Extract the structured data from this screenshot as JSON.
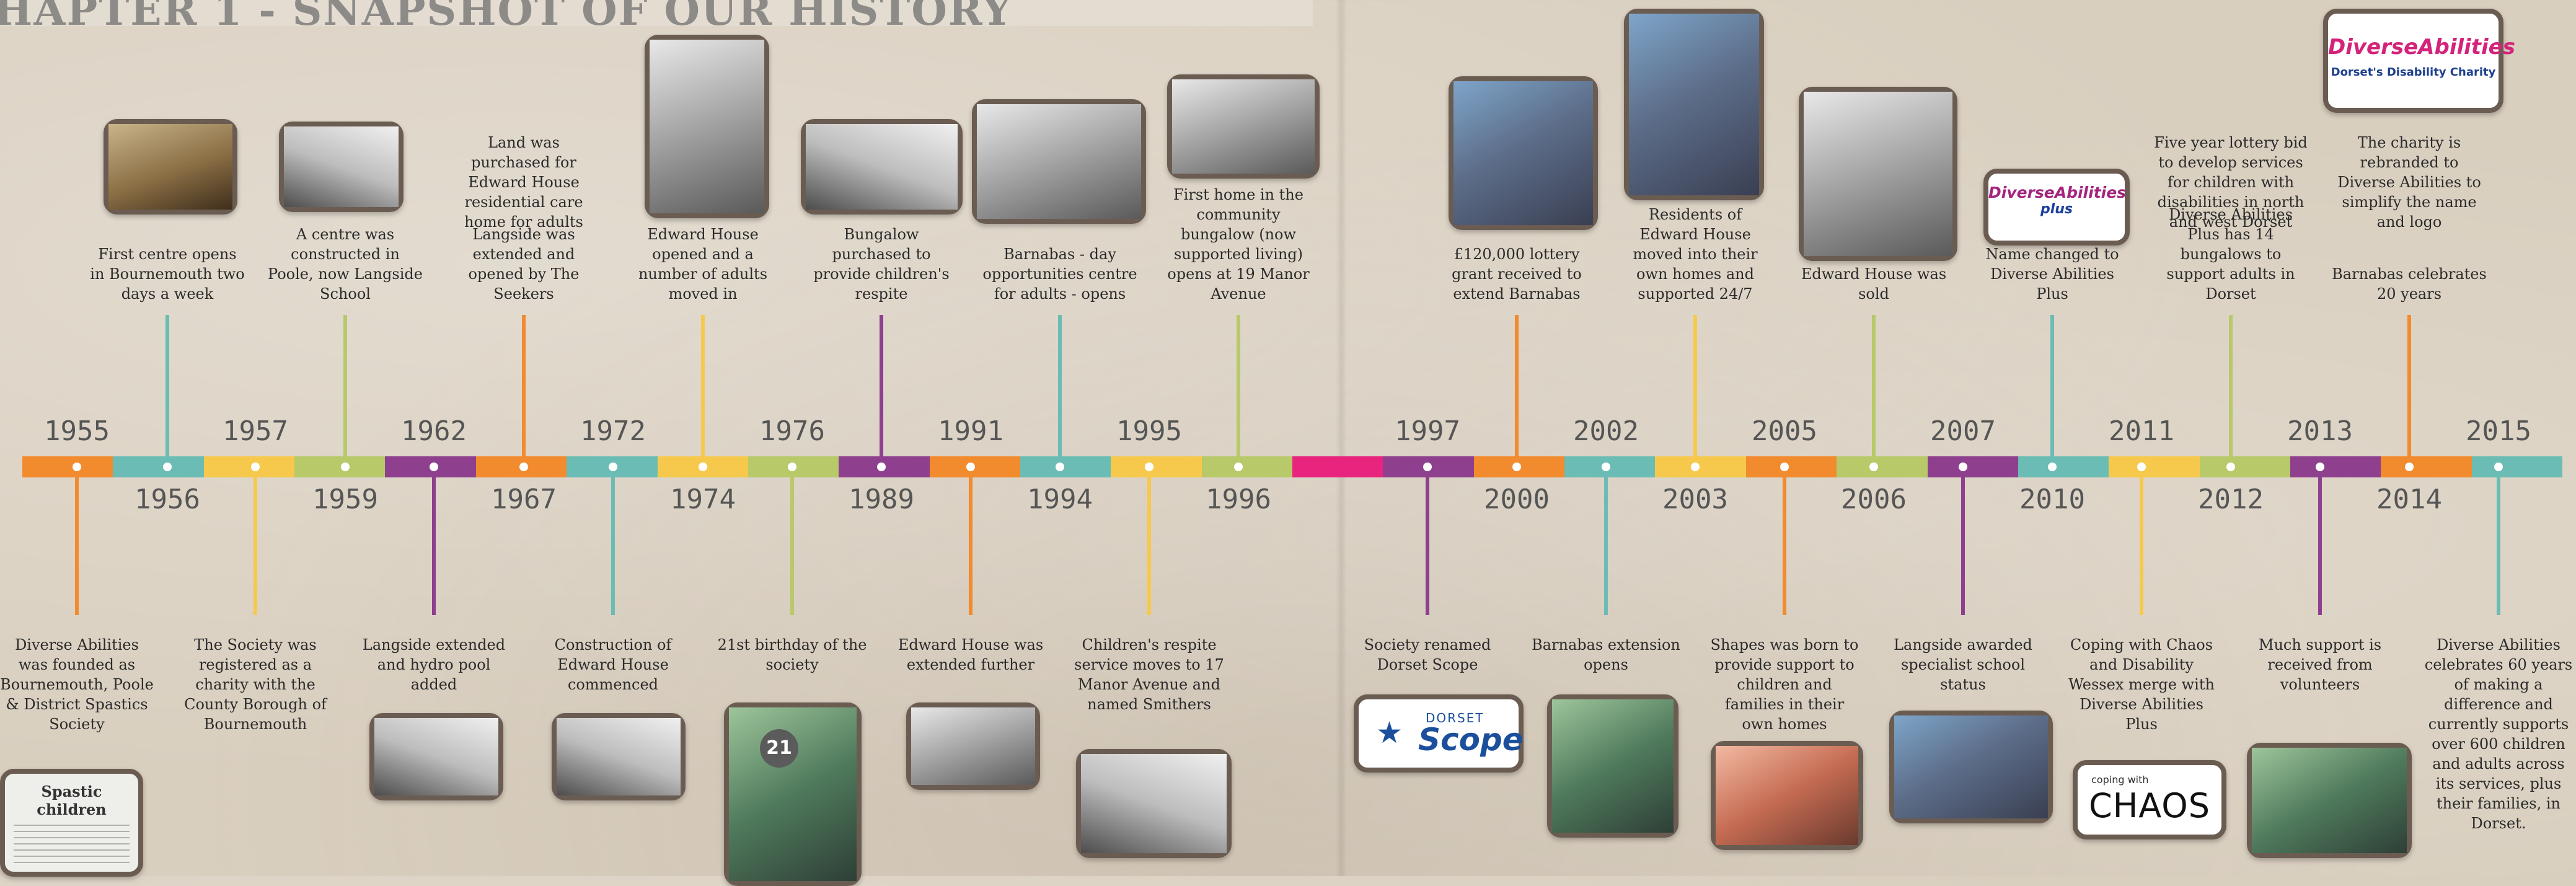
{
  "header": {
    "title": "HAPTER 1 - SNAPSHOT OF OUR HISTORY"
  },
  "timeline": {
    "segment_colors": [
      "#f28a2e",
      "#6bbcb4",
      "#f6c94d",
      "#b8c96a",
      "#8e3f8e",
      "#f28a2e",
      "#6bbcb4",
      "#f6c94d",
      "#b8c96a",
      "#8e3f8e",
      "#f28a2e",
      "#6bbcb4",
      "#f6c94d",
      "#b8c96a",
      "#e8247f",
      "#8e3f8e",
      "#f28a2e",
      "#6bbcb4",
      "#f6c94d",
      "#f28a2e",
      "#b8c96a",
      "#8e3f8e",
      "#6bbcb4",
      "#f6c94d",
      "#b8c96a",
      "#8e3f8e",
      "#f28a2e",
      "#6bbcb4"
    ],
    "events": [
      {
        "year": "1955",
        "text": "Diverse Abilities was founded as Bournemouth, Poole & District Spastics Society",
        "side": "below",
        "color": "#f28a2e"
      },
      {
        "year": "1956",
        "text": "First centre opens in Bournemouth two days a week",
        "side": "above",
        "color": "#6bbcb4"
      },
      {
        "year": "1957",
        "text": "The Society was registered as a charity with the County Borough of Bournemouth",
        "side": "below",
        "color": "#f6c94d"
      },
      {
        "year": "1959",
        "text": "A centre was constructed in Poole, now Langside School",
        "side": "above",
        "color": "#b8c96a"
      },
      {
        "year": "1962",
        "text": "Langside extended and hydro pool added",
        "side": "below",
        "color": "#8e3f8e"
      },
      {
        "year": "1967",
        "text": "Langside was extended and opened by The Seekers",
        "side": "above",
        "color": "#f28a2e"
      },
      {
        "year": "1967",
        "text": "Land was purchased for Edward House residential care home for adults",
        "side": "above_extra",
        "color": "#f28a2e"
      },
      {
        "year": "1972",
        "text": "Construction of Edward House commenced",
        "side": "below",
        "color": "#6bbcb4"
      },
      {
        "year": "1974",
        "text": "Edward House opened and a number of adults moved in",
        "side": "above",
        "color": "#f6c94d"
      },
      {
        "year": "1976",
        "text": "21st birthday of the society",
        "side": "below",
        "color": "#b8c96a"
      },
      {
        "year": "1989",
        "text": "Bungalow purchased to provide children's respite",
        "side": "above",
        "color": "#8e3f8e"
      },
      {
        "year": "1991",
        "text": "Edward House was extended further",
        "side": "below",
        "color": "#f28a2e"
      },
      {
        "year": "1994",
        "text": "Barnabas - day opportunities centre for adults - opens",
        "side": "above",
        "color": "#6bbcb4"
      },
      {
        "year": "1995",
        "text": "Children's respite service moves to 17 Manor Avenue and named Smithers",
        "side": "below",
        "color": "#f6c94d"
      },
      {
        "year": "1996",
        "text": "First home in the community bungalow (now supported living) opens at 19 Manor Avenue",
        "side": "above",
        "color": "#b8c96a"
      },
      {
        "year": "1997",
        "text": "Society renamed Dorset Scope",
        "side": "below",
        "color": "#8e3f8e"
      },
      {
        "year": "2000",
        "text": "£120,000 lottery grant received to extend Barnabas",
        "side": "above",
        "color": "#f28a2e"
      },
      {
        "year": "2002",
        "text": "Barnabas extension opens",
        "side": "below",
        "color": "#6bbcb4"
      },
      {
        "year": "2003",
        "text": "Residents of Edward House moved into their own homes and supported 24/7",
        "side": "above",
        "color": "#f6c94d"
      },
      {
        "year": "2005",
        "text": "Shapes was born to provide support to children and families in their own homes",
        "side": "below",
        "color": "#f28a2e"
      },
      {
        "year": "2006",
        "text": "Edward House was sold",
        "side": "above",
        "color": "#b8c96a"
      },
      {
        "year": "2007",
        "text": "Langside awarded specialist school status",
        "side": "below",
        "color": "#8e3f8e"
      },
      {
        "year": "2010",
        "text": "Name changed to Diverse Abilities Plus",
        "side": "above",
        "color": "#6bbcb4"
      },
      {
        "year": "2011",
        "text": "Coping with Chaos and Disability Wessex merge with Diverse Abilities Plus",
        "side": "below",
        "color": "#f6c94d"
      },
      {
        "year": "2012",
        "text": "Five year lottery bid to develop services for children with disabilities in north and west Dorset",
        "side": "above_extra",
        "color": "#b8c96a"
      },
      {
        "year": "2012",
        "text": "Diverse Abilities Plus has 14 bungalows to support adults in Dorset",
        "side": "above",
        "color": "#b8c96a"
      },
      {
        "year": "2013",
        "text": "Much support is received from volunteers",
        "side": "below",
        "color": "#8e3f8e"
      },
      {
        "year": "2014",
        "text": "The charity is rebranded to Diverse Abilities to simplify the name and logo",
        "side": "above_extra",
        "color": "#f28a2e"
      },
      {
        "year": "2014",
        "text": "Barnabas celebrates 20 years",
        "side": "above",
        "color": "#f28a2e"
      },
      {
        "year": "2015",
        "text": "Diverse Abilities celebrates 60 years of making a difference and currently supports over 600 children and adults across its services, plus their families, in Dorset.",
        "side": "below",
        "color": "#6bbcb4"
      }
    ]
  },
  "logos": {
    "clipping": "Spastic children",
    "scope_small": "DORSET",
    "scope_main": "Scope",
    "plus_main": "DiverseAbilities",
    "plus_sub": "plus",
    "chaos_small": "coping with",
    "chaos_main": "CHAOS",
    "da_main": "DiverseAbilities",
    "da_sub": "Dorset's Disability Charity",
    "badge": "21"
  }
}
